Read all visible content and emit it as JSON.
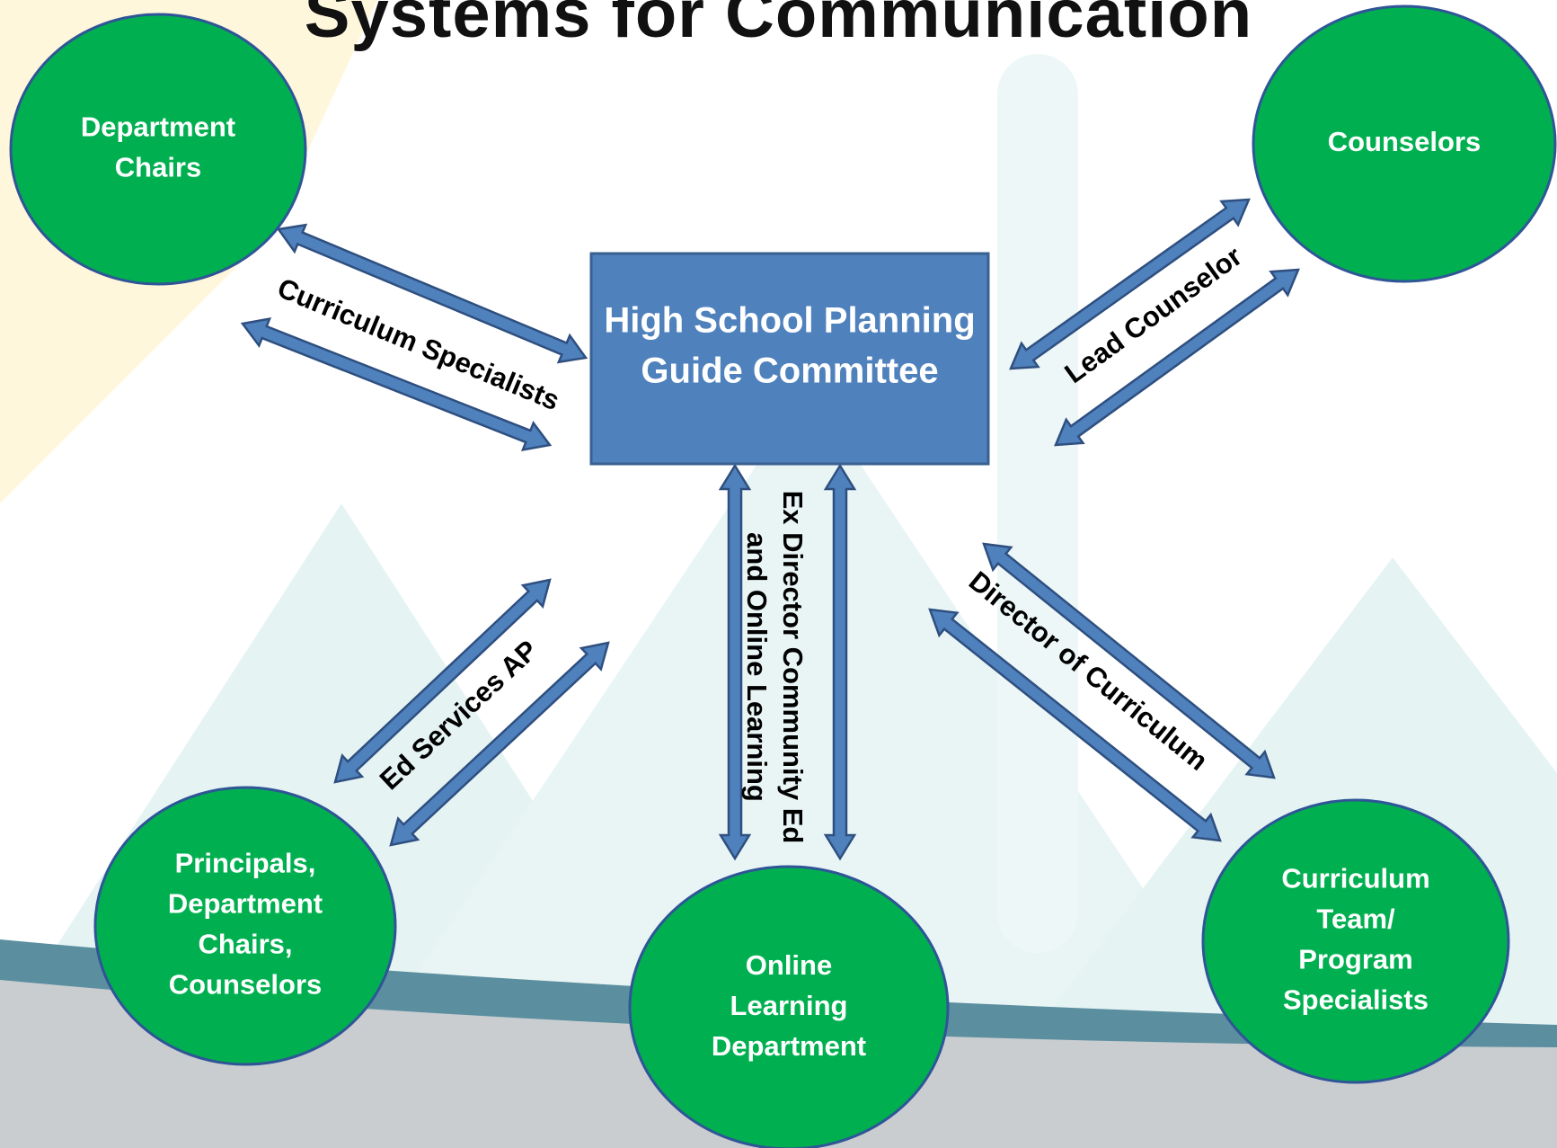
{
  "title": "Systems for Communication",
  "colors": {
    "node_fill": "#00b050",
    "node_stroke": "#2f5597",
    "center_fill": "#4f81bd",
    "center_stroke": "#3a6090",
    "arrow_fill": "#4f81bd",
    "arrow_stroke": "#2e4f7f",
    "background_accent": "#5b8fa0",
    "background_light": "#e5f3f3",
    "background_warm": "#fff7dc"
  },
  "center": {
    "lines": [
      "High School Planning",
      "Guide Committee"
    ]
  },
  "nodes": [
    {
      "id": "department-chairs",
      "lines": [
        "Department",
        "Chairs"
      ]
    },
    {
      "id": "counselors",
      "lines": [
        "Counselors"
      ]
    },
    {
      "id": "principals",
      "lines": [
        "Principals,",
        "Department",
        "Chairs,",
        "Counselors"
      ]
    },
    {
      "id": "online-learning",
      "lines": [
        "Online",
        "Learning",
        "Department"
      ]
    },
    {
      "id": "curriculum-team",
      "lines": [
        "Curriculum",
        "Team/",
        "Program",
        "Specialists"
      ]
    }
  ],
  "connections": [
    {
      "id": "curriculum-specialists",
      "lines": [
        "Curriculum Specialists"
      ]
    },
    {
      "id": "lead-counselor",
      "lines": [
        "Lead Counselor"
      ]
    },
    {
      "id": "ed-services-ap",
      "lines": [
        "Ed Services AP"
      ]
    },
    {
      "id": "ex-director",
      "lines": [
        "Ex Director Community Ed",
        "and Online Learning"
      ]
    },
    {
      "id": "director-of-curriculum",
      "lines": [
        "Director of Curriculum"
      ]
    }
  ]
}
